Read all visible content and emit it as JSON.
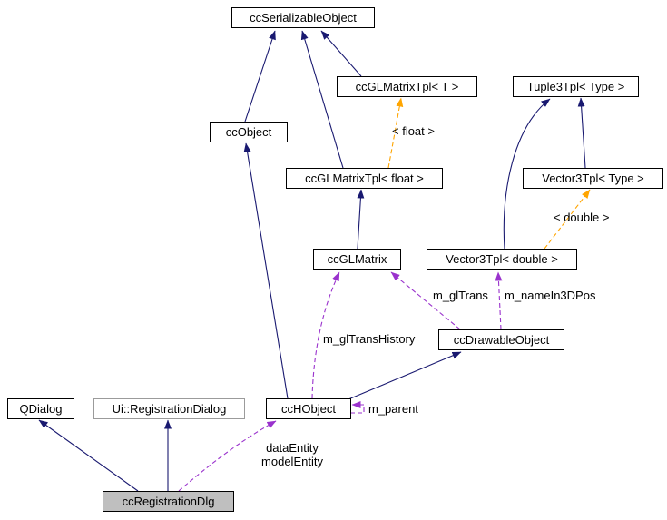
{
  "diagram": {
    "kind": "class-collaboration-diagram",
    "nodes": {
      "ccSerializableObject": {
        "label": "ccSerializableObject"
      },
      "ccGLMatrixTpl_T": {
        "label": "ccGLMatrixTpl< T >"
      },
      "Tuple3Tpl_Type": {
        "label": "Tuple3Tpl< Type >"
      },
      "ccObject": {
        "label": "ccObject"
      },
      "ccGLMatrixTpl_float": {
        "label": "ccGLMatrixTpl< float >"
      },
      "Vector3Tpl_Type": {
        "label": "Vector3Tpl< Type >"
      },
      "ccGLMatrix": {
        "label": "ccGLMatrix"
      },
      "Vector3Tpl_double": {
        "label": "Vector3Tpl< double >"
      },
      "ccDrawableObject": {
        "label": "ccDrawableObject"
      },
      "ccHObject": {
        "label": "ccHObject"
      },
      "QDialog": {
        "label": "QDialog"
      },
      "UiRegistrationDialog": {
        "label": "Ui::RegistrationDialog"
      },
      "ccRegistrationDlg": {
        "label": "ccRegistrationDlg"
      }
    },
    "edge_labels": {
      "template_float": "< float >",
      "template_double": "< double >",
      "m_glTrans": "m_glTrans",
      "m_nameIn3DPos": "m_nameIn3DPos",
      "m_glTransHistory": "m_glTransHistory",
      "m_parent": "m_parent",
      "dataEntity": "dataEntity",
      "modelEntity": "modelEntity"
    },
    "edges": [
      {
        "from": "ccObject",
        "to": "ccSerializableObject",
        "type": "inheritance"
      },
      {
        "from": "ccGLMatrixTpl< T >",
        "to": "ccSerializableObject",
        "type": "inheritance"
      },
      {
        "from": "ccGLMatrixTpl< float >",
        "to": "ccSerializableObject",
        "type": "inheritance"
      },
      {
        "from": "ccGLMatrixTpl< float >",
        "to": "ccGLMatrixTpl< T >",
        "type": "template-instantiation",
        "label": "< float >"
      },
      {
        "from": "ccGLMatrix",
        "to": "ccGLMatrixTpl< float >",
        "type": "inheritance"
      },
      {
        "from": "Vector3Tpl< Type >",
        "to": "Tuple3Tpl< Type >",
        "type": "inheritance"
      },
      {
        "from": "Vector3Tpl< double >",
        "to": "Tuple3Tpl< Type >",
        "type": "inheritance"
      },
      {
        "from": "Vector3Tpl< double >",
        "to": "Vector3Tpl< Type >",
        "type": "template-instantiation",
        "label": "< double >"
      },
      {
        "from": "ccDrawableObject",
        "to": "ccGLMatrix",
        "type": "usage",
        "label": "m_glTrans"
      },
      {
        "from": "ccDrawableObject",
        "to": "Vector3Tpl< double >",
        "type": "usage",
        "label": "m_nameIn3DPos"
      },
      {
        "from": "ccHObject",
        "to": "ccObject",
        "type": "inheritance"
      },
      {
        "from": "ccHObject",
        "to": "ccDrawableObject",
        "type": "inheritance"
      },
      {
        "from": "ccHObject",
        "to": "ccGLMatrix",
        "type": "usage",
        "label": "m_glTransHistory"
      },
      {
        "from": "ccHObject",
        "to": "ccHObject",
        "type": "usage",
        "label": "m_parent"
      },
      {
        "from": "ccRegistrationDlg",
        "to": "QDialog",
        "type": "inheritance"
      },
      {
        "from": "ccRegistrationDlg",
        "to": "Ui::RegistrationDialog",
        "type": "inheritance"
      },
      {
        "from": "ccRegistrationDlg",
        "to": "ccHObject",
        "type": "usage",
        "label": "dataEntity modelEntity"
      }
    ],
    "colors": {
      "inheritance": "#191970",
      "usage": "#9a32cd",
      "template_instantiation": "#ffa500",
      "node_border": "#000000",
      "external_node_border": "#9b9b9b",
      "current_node_fill": "#bfbfbf",
      "background": "#ffffff"
    }
  }
}
